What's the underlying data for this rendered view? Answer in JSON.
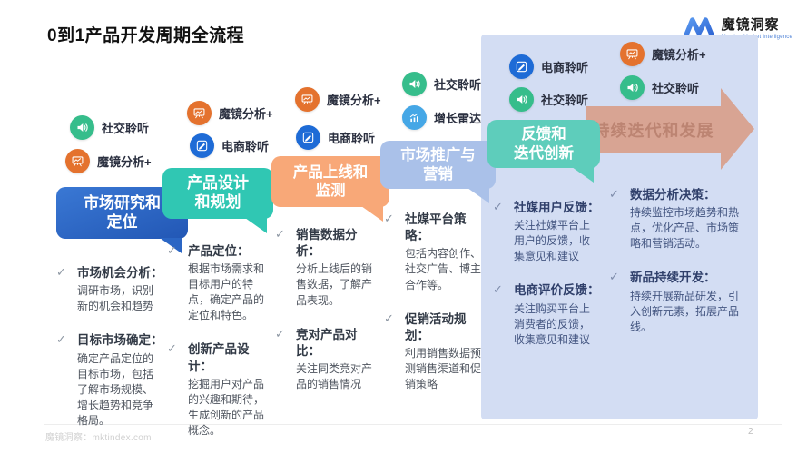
{
  "title": "0到1产品开发周期全流程",
  "brand": {
    "name": "魔镜洞察",
    "subtitle": "Moojing Market Intelligence",
    "logo_icon": "m-logo",
    "logo_color": "#3b7be0"
  },
  "colors": {
    "stage1": "#2b66c4",
    "stage2": "#30c7b3",
    "stage3": "#f8a878",
    "stage4": "#aac1e9",
    "stage5": "#5ecdbb",
    "final_arrow": "#d8a493",
    "panel": "#d3ddf3",
    "icon_social": "#36bd8b",
    "icon_mojing": "#e4722e",
    "icon_ecom": "#1e6bd6",
    "icon_radar": "#45a7e6"
  },
  "stages": [
    {
      "line1": "市场研究和",
      "line2": "定位",
      "tools": [
        {
          "name": "社交聆听",
          "icon": "speaker-icon"
        },
        {
          "name": "魔镜分析+",
          "icon": "presentation-icon"
        }
      ],
      "items": [
        {
          "label": "市场机会分析：",
          "desc": "调研市场，识别新的机会和趋势"
        },
        {
          "label": "目标市场确定：",
          "desc": "确定产品定位的目标市场，包括了解市场规模、增长趋势和竞争格局。"
        }
      ]
    },
    {
      "line1": "产品设计",
      "line2": "和规划",
      "tools": [
        {
          "name": "魔镜分析+",
          "icon": "presentation-icon"
        },
        {
          "name": "电商聆听",
          "icon": "pencil-icon"
        }
      ],
      "items": [
        {
          "label": "产品定位：",
          "desc": "根据市场需求和目标用户的特点，确定产品的定位和特色。"
        },
        {
          "label": "创新产品设计：",
          "desc": "挖掘用户对产品的兴趣和期待，生成创新的产品概念。"
        }
      ]
    },
    {
      "line1": "产品上线和",
      "line2": "监测",
      "tools": [
        {
          "name": "魔镜分析+",
          "icon": "presentation-icon"
        },
        {
          "name": "电商聆听",
          "icon": "pencil-icon"
        }
      ],
      "items": [
        {
          "label": "销售数据分析：",
          "desc": "分析上线后的销售数据，了解产品表现。"
        },
        {
          "label": "竞对产品对比：",
          "desc": "关注同类竞对产品的销售情况"
        }
      ]
    },
    {
      "line1": "市场推广与",
      "line2": "营销",
      "tools": [
        {
          "name": "社交聆听",
          "icon": "speaker-icon"
        },
        {
          "name": "增长雷达",
          "icon": "growth-icon"
        }
      ],
      "items": [
        {
          "label": "社媒平台策略：",
          "desc": "包括内容创作、社交广告、博主合作等。"
        },
        {
          "label": "促销活动规划：",
          "desc": "利用销售数据预测销售渠道和促销策略"
        }
      ]
    },
    {
      "line1": "反馈和",
      "line2": "迭代创新",
      "tools": [
        {
          "name": "电商聆听",
          "icon": "pencil-icon"
        },
        {
          "name": "社交聆听",
          "icon": "speaker-icon"
        }
      ],
      "items": [
        {
          "label": "社媒用户反馈：",
          "desc": "关注社媒平台上用户的反馈，收集意见和建议"
        },
        {
          "label": "电商评价反馈：",
          "desc": "关注购买平台上消费者的反馈，收集意见和建议"
        }
      ]
    }
  ],
  "final_stage": {
    "title": "持续迭代和发展",
    "tools": [
      {
        "name": "魔镜分析+",
        "icon": "presentation-icon"
      },
      {
        "name": "社交聆听",
        "icon": "speaker-icon"
      }
    ],
    "items": [
      {
        "label": "数据分析决策：",
        "desc": "持续监控市场趋势和热点，优化产品、市场策略和营销活动。"
      },
      {
        "label": "新品持续开发：",
        "desc": "持续开展新品研发，引入创新元素，拓展产品线。"
      }
    ]
  },
  "footer": {
    "site": "魔镜洞察：mktindex.com",
    "page_number": "2"
  }
}
